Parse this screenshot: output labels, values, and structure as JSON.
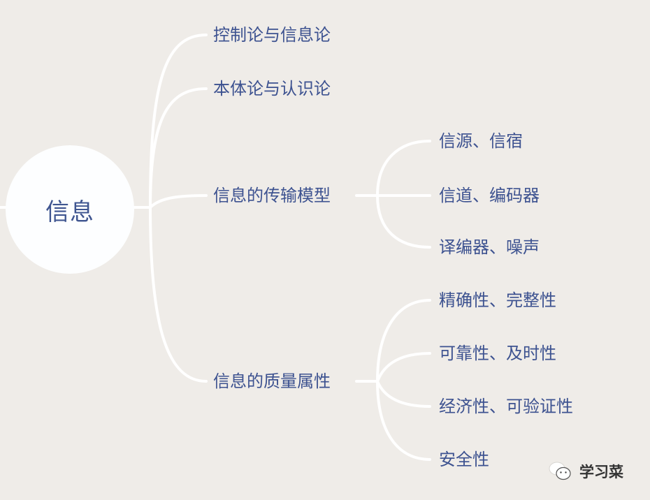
{
  "colors": {
    "background": "#efece8",
    "line": "#ffffff",
    "text": "#3d5290",
    "root_fill": "#fdfeff"
  },
  "root": {
    "label": "信息",
    "icon": "circle-node"
  },
  "branches": [
    {
      "label": "控制论与信息论",
      "children": []
    },
    {
      "label": "本体论与认识论",
      "children": []
    },
    {
      "label": "信息的传输模型",
      "children": [
        {
          "label": "信源、信宿"
        },
        {
          "label": "信道、编码器"
        },
        {
          "label": "译编器、噪声"
        }
      ]
    },
    {
      "label": "信息的质量属性",
      "children": [
        {
          "label": "精确性、完整性"
        },
        {
          "label": "可靠性、及时性"
        },
        {
          "label": "经济性、可验证性"
        },
        {
          "label": "安全性"
        }
      ]
    }
  ],
  "watermark": {
    "icon": "wechat-icon",
    "label": "学习菜"
  }
}
